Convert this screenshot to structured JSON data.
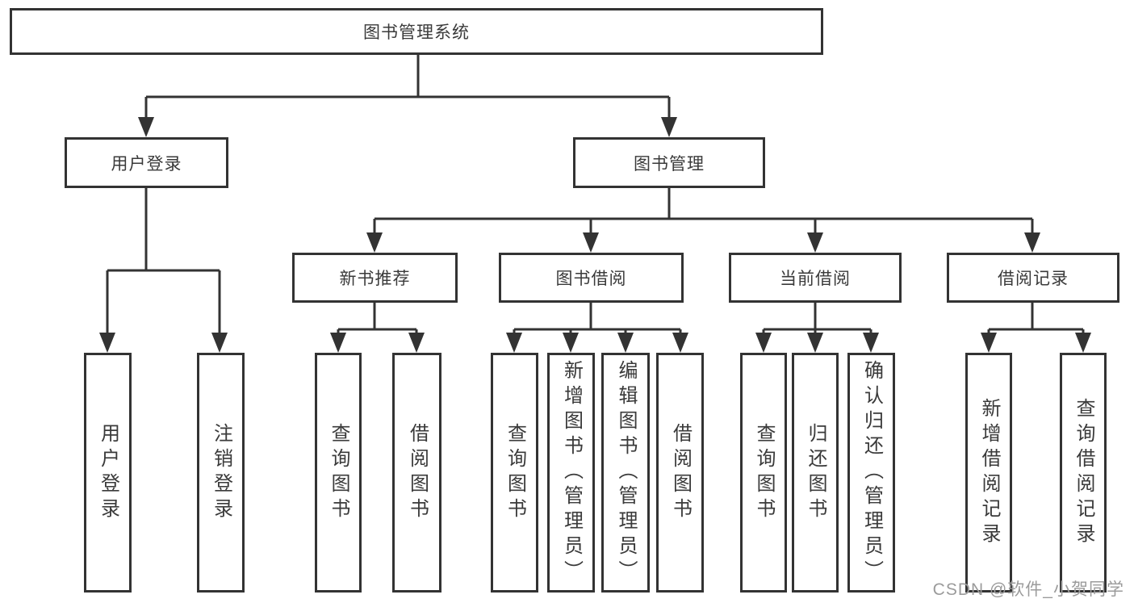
{
  "colors": {
    "line": "#333333",
    "text": "#3a3a3a",
    "background": "#ffffff",
    "watermark": "#9b9b9b"
  },
  "tree": {
    "root": "图书管理系统",
    "level2": [
      "用户登录",
      "图书管理"
    ],
    "level3": [
      "新书推荐",
      "图书借阅",
      "当前借阅",
      "借阅记录"
    ],
    "leaves": {
      "user_login": [
        "用户登录",
        "注销登录"
      ],
      "new_book": [
        "查询图书",
        "借阅图书"
      ],
      "book_borrow": [
        "查询图书",
        "新增图书（管理员）",
        "编辑图书（管理员）",
        "借阅图书"
      ],
      "current_borrow": [
        "查询图书",
        "归还图书",
        "确认归还（管理员）"
      ],
      "borrow_records": [
        "新增借阅记录",
        "查询借阅记录"
      ]
    }
  },
  "watermark": "CSDN @软件_小贺同学"
}
